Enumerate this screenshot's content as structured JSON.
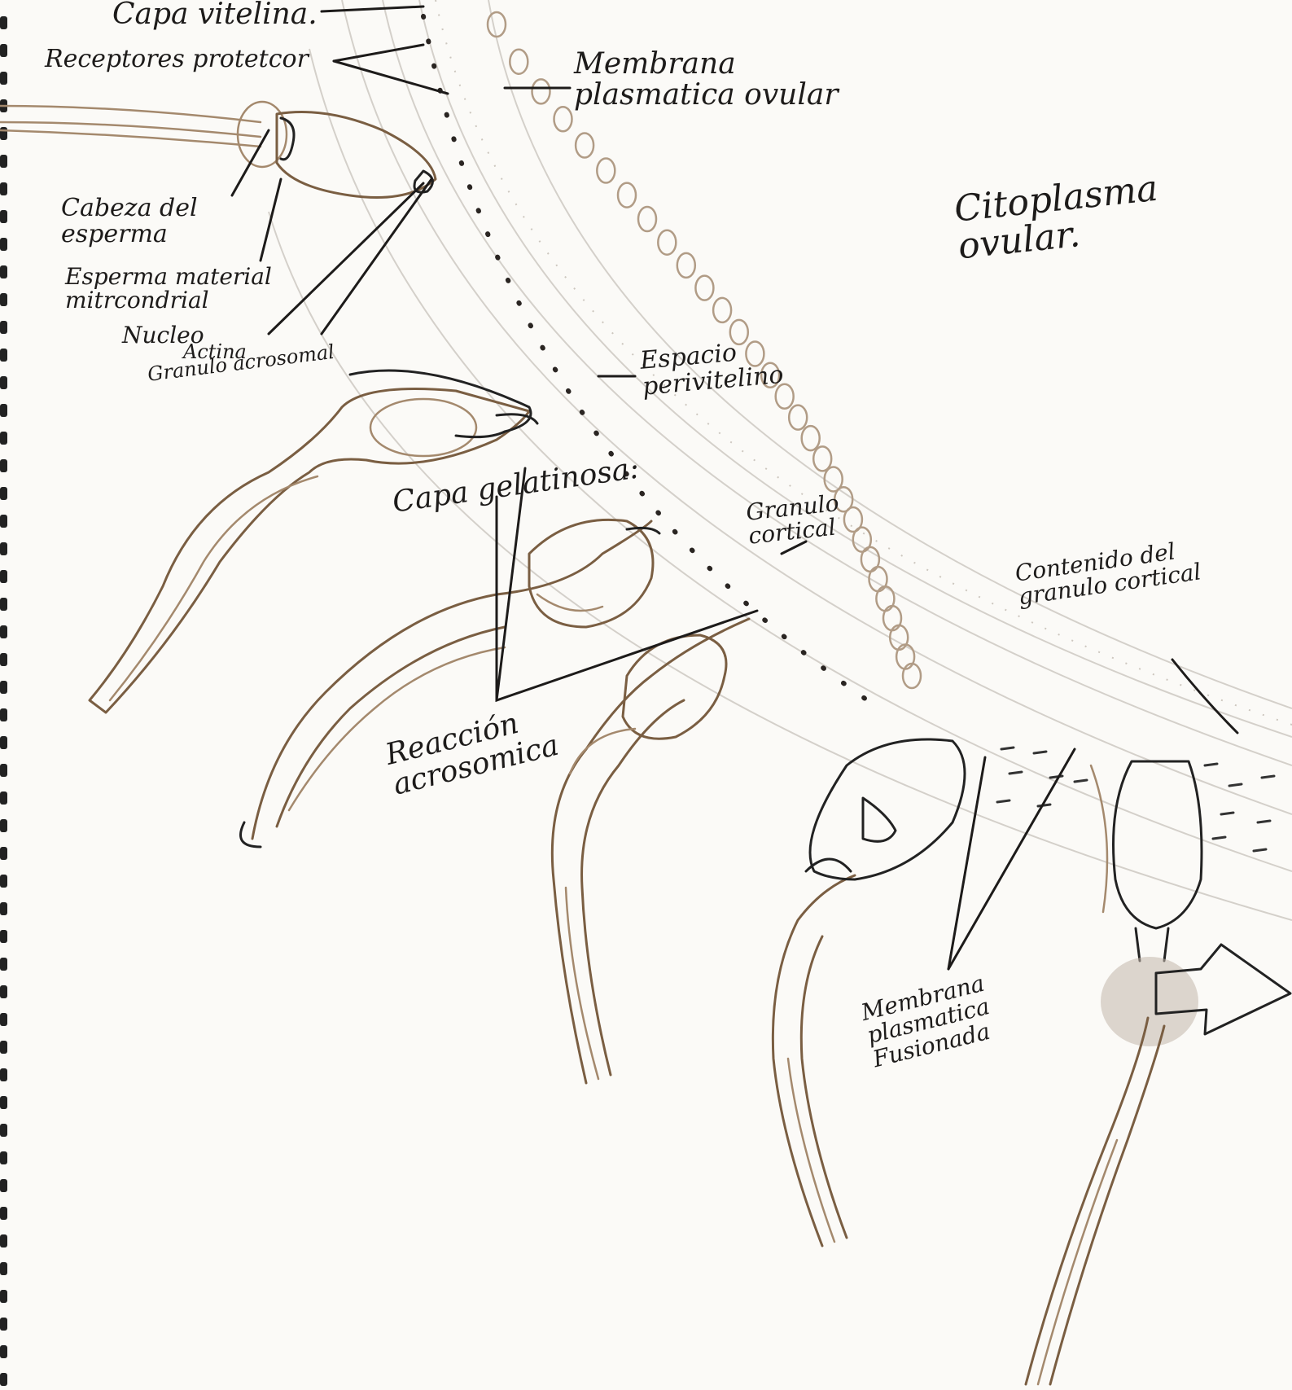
{
  "labels": {
    "capa_vitelina": "Capa vitelina.",
    "receptores_protectores": "Receptores protetcor",
    "membrana_plasmatica_ovular": "Membrana plasmatica ovular",
    "citoplasma_ovular": "Citoplasma ovular.",
    "cabeza_del_esperma": "Cabeza del esperma",
    "esperma_material_mitocondrial": "Esperma material mitrcondrial",
    "nucleo": "Nucleo",
    "actina": "Actina",
    "granulo_acrosomal": "Granulo acrosomal",
    "espacio_perivitelino": "Espacio perivitelino",
    "capa_gelatinosa": "Capa gelatinosa:",
    "granulo_cortical": "Granulo cortical",
    "contenido_granulo_cortical": "Contenido del granulo cortical",
    "reaccion_acrosomica": "Reacción acrosomica",
    "membrana_plasmatica_fusionada": "Membrana plasmatica Fusionada"
  }
}
